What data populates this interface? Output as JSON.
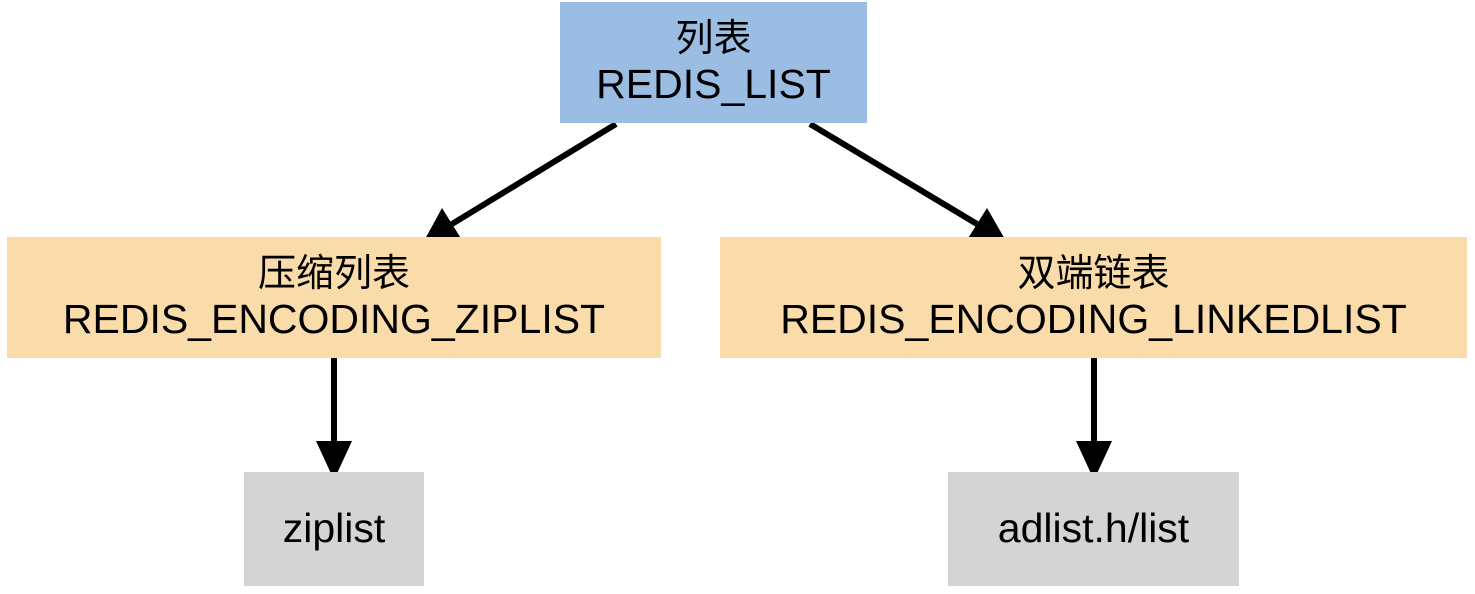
{
  "colors": {
    "root_fill": "#9bbde3",
    "encoding_fill": "#f9dcaa",
    "impl_fill": "#d4d4d4",
    "edge": "#000000"
  },
  "nodes": {
    "root": {
      "title_cn": "列表",
      "title_en": "REDIS_LIST"
    },
    "ziplist_encoding": {
      "title_cn": "压缩列表",
      "title_en": "REDIS_ENCODING_ZIPLIST"
    },
    "linkedlist_encoding": {
      "title_cn": "双端链表",
      "title_en": "REDIS_ENCODING_LINKEDLIST"
    },
    "ziplist_impl": {
      "label": "ziplist"
    },
    "linkedlist_impl": {
      "label": "adlist.h/list"
    }
  },
  "edges": [
    {
      "from": "root",
      "to": "ziplist_encoding"
    },
    {
      "from": "root",
      "to": "linkedlist_encoding"
    },
    {
      "from": "ziplist_encoding",
      "to": "ziplist_impl"
    },
    {
      "from": "linkedlist_encoding",
      "to": "linkedlist_impl"
    }
  ]
}
